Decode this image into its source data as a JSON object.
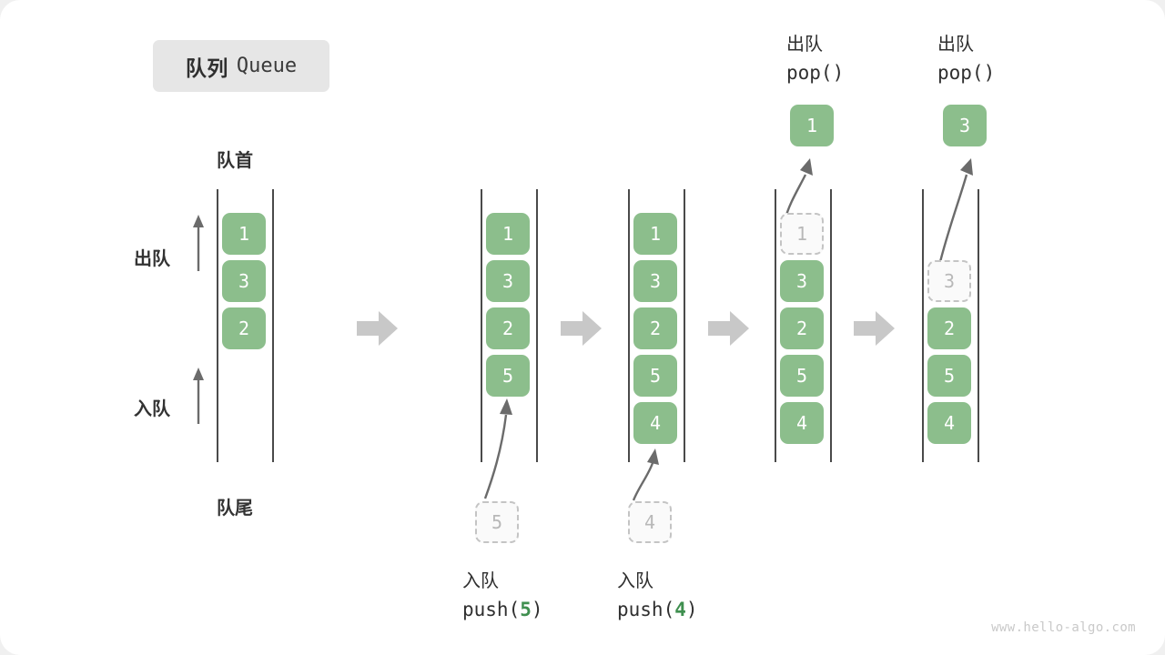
{
  "title": {
    "cn": "队列",
    "en": "Queue"
  },
  "axis_labels": {
    "head": "队首",
    "tail": "队尾",
    "dequeue": "出队",
    "enqueue": "入队"
  },
  "watermark": "www.hello-algo.com",
  "colors": {
    "cell_fill": "#8cbe8c",
    "cell_text": "#ffffff",
    "ghost_fill": "#fafafa",
    "ghost_border": "#c4c4c4",
    "ghost_text": "#b8b8b8",
    "rail": "#4a4a4a",
    "arrow": "#6b6b6b",
    "step_arrow": "#c8c8c8",
    "accent_green": "#3f8f4f",
    "badge_bg": "#e6e6e6",
    "watermark": "#c9c9c9"
  },
  "stages": [
    {
      "id": "initial",
      "cells": [
        "1",
        "3",
        "2"
      ],
      "ghost": null,
      "header_cn": null,
      "header_code": null,
      "footer_cn": null,
      "footer_code": null,
      "popped": null
    },
    {
      "id": "push-5",
      "cells": [
        "1",
        "3",
        "2",
        "5"
      ],
      "ghost": {
        "value": "5",
        "position": "below"
      },
      "header_cn": null,
      "header_code": null,
      "footer_cn": "入队",
      "footer_code": "push(5)",
      "footer_arg": "5",
      "popped": null
    },
    {
      "id": "push-4",
      "cells": [
        "1",
        "3",
        "2",
        "5",
        "4"
      ],
      "ghost": {
        "value": "4",
        "position": "below"
      },
      "header_cn": null,
      "header_code": null,
      "footer_cn": "入队",
      "footer_code": "push(4)",
      "footer_arg": "4",
      "popped": null
    },
    {
      "id": "pop-1",
      "cells": [
        "3",
        "2",
        "5",
        "4"
      ],
      "ghost": {
        "value": "1",
        "position": "slot0"
      },
      "header_cn": "出队",
      "header_code": "pop()",
      "footer_cn": null,
      "footer_code": null,
      "popped": "1"
    },
    {
      "id": "pop-3",
      "cells": [
        "2",
        "5",
        "4"
      ],
      "ghost": {
        "value": "3",
        "position": "slot1"
      },
      "header_cn": "出队",
      "header_code": "pop()",
      "footer_cn": null,
      "footer_code": null,
      "popped": "3"
    }
  ],
  "step_arrows": 4,
  "icons": {
    "step_arrow": "right-block-arrow-icon",
    "flow_arrow": "curved-arrow-icon",
    "direction_arrow": "up-arrow-icon"
  }
}
